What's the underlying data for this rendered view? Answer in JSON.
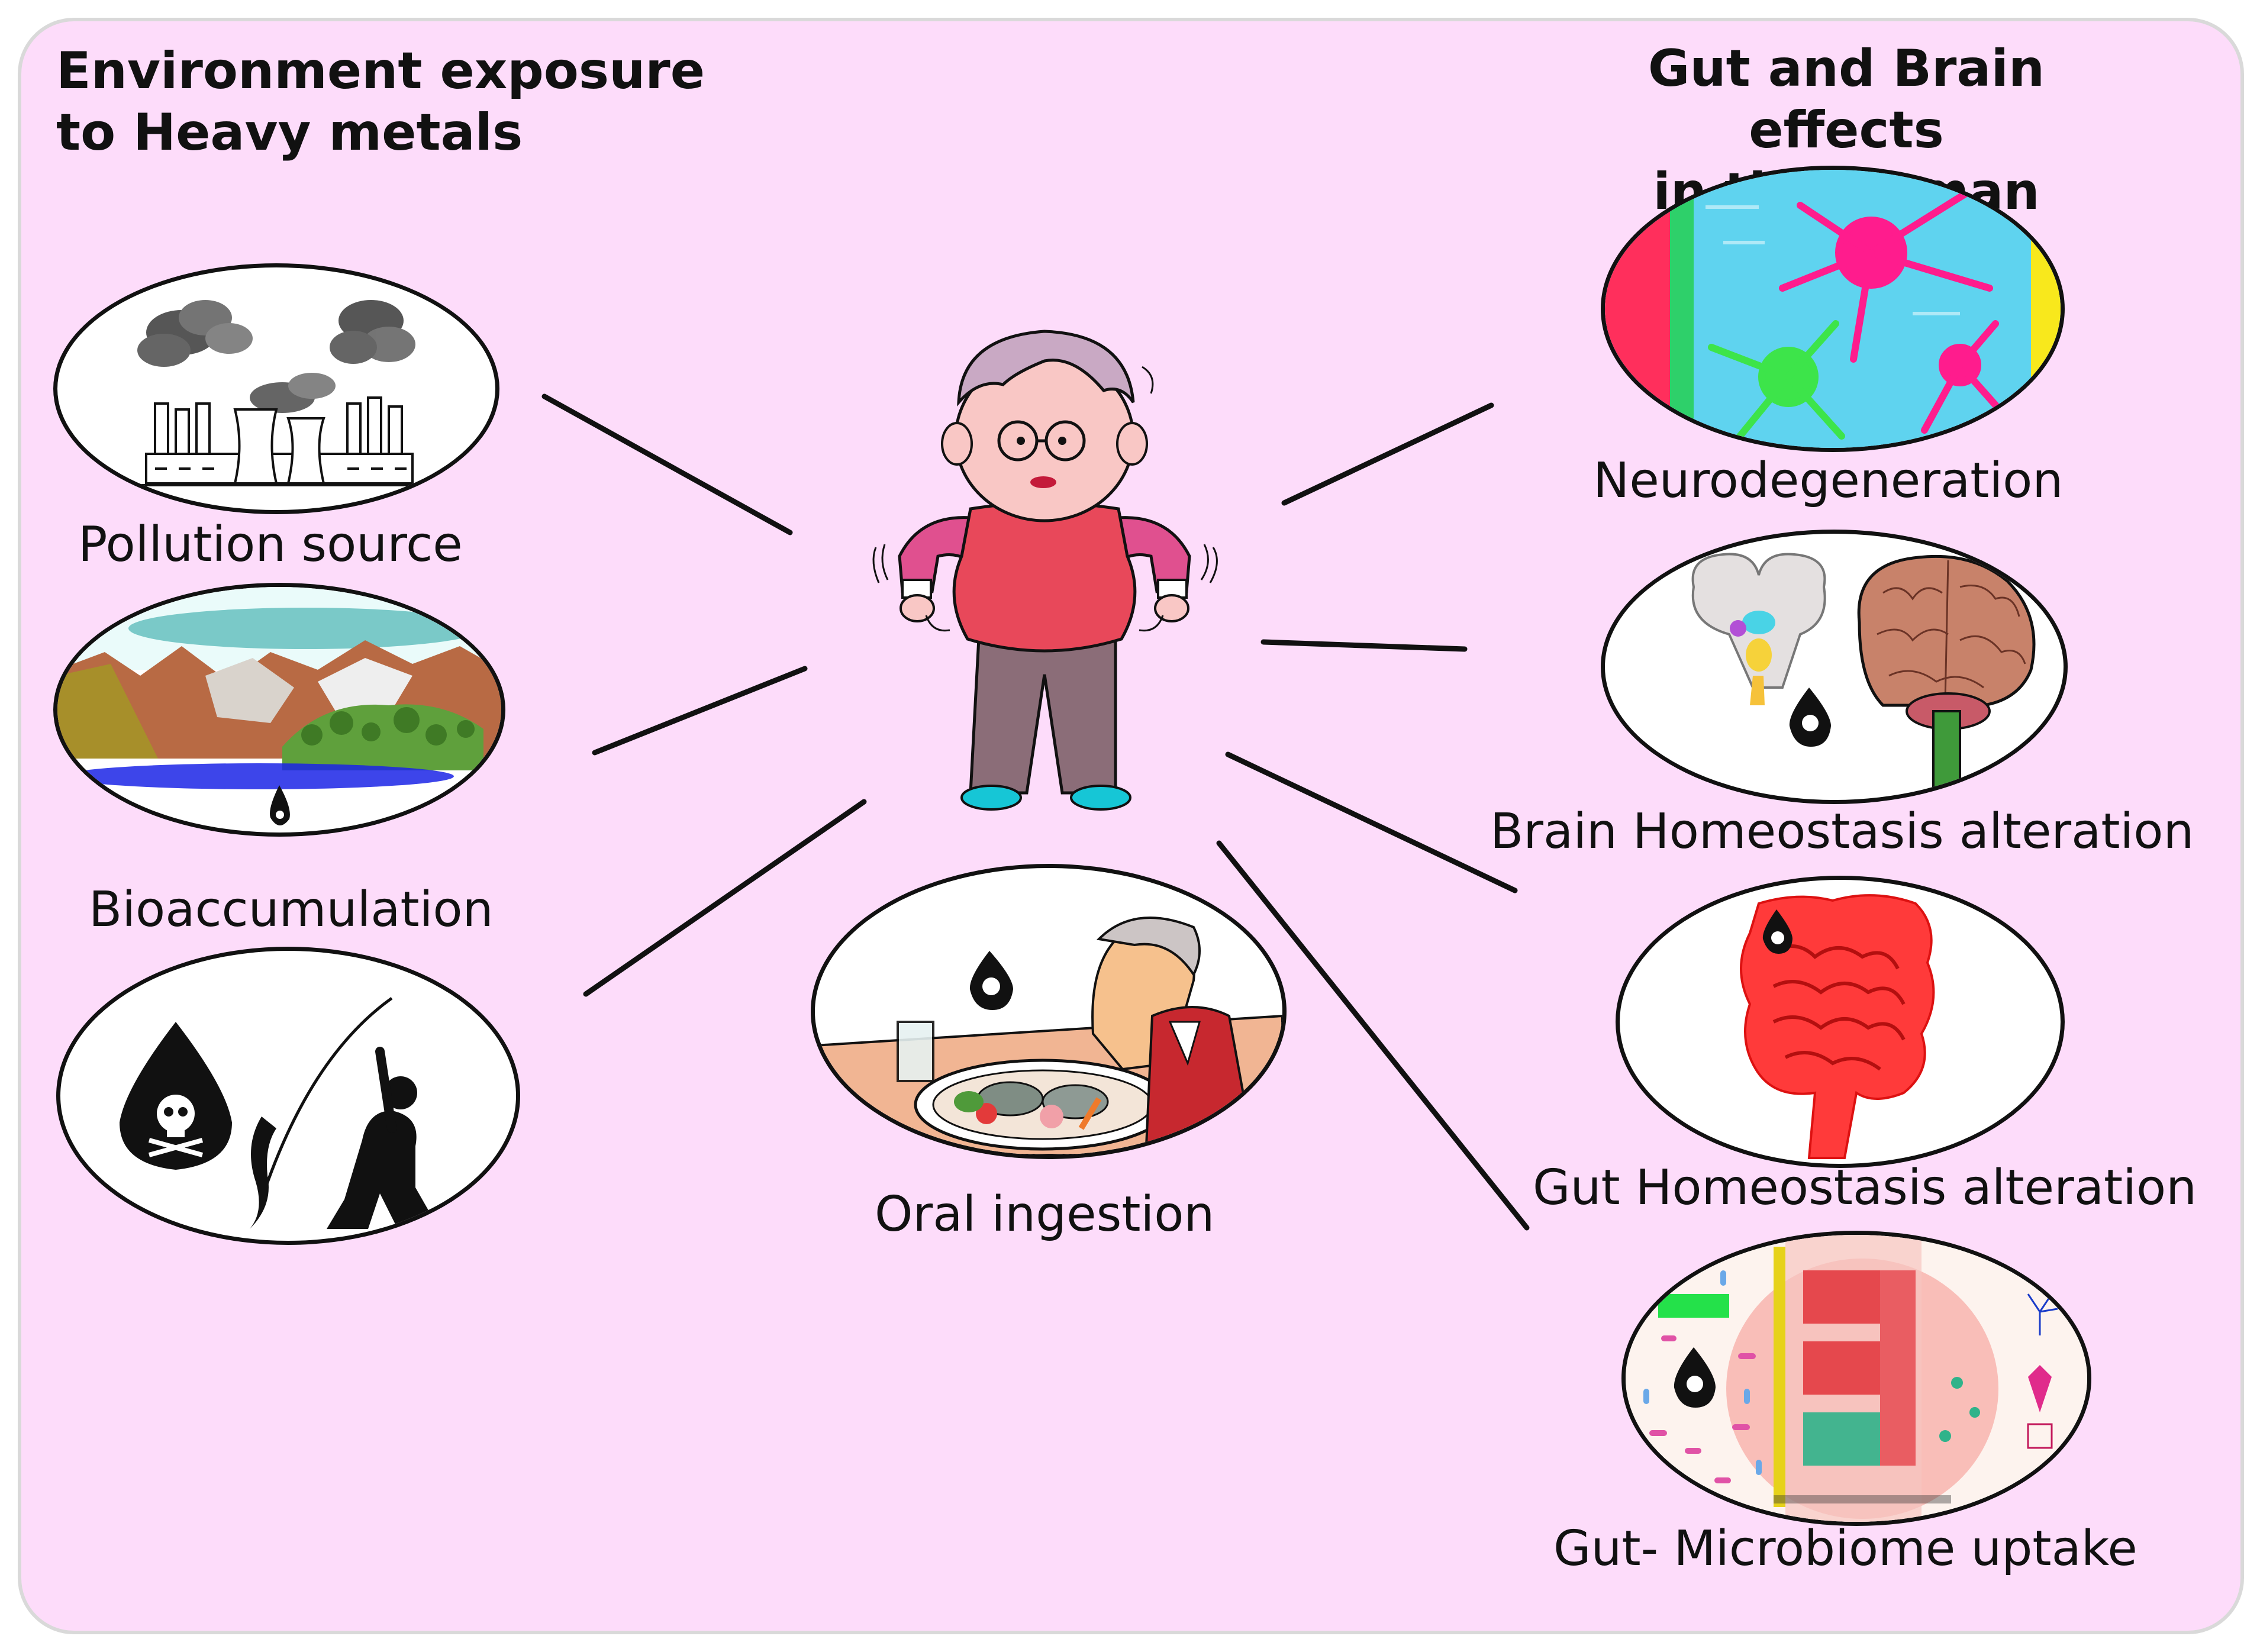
{
  "left_heading": "Environment exposure\n to Heavy metals",
  "right_heading": "Gut and Brain effects\nin the Human",
  "sources": [
    {
      "label": "Pollution source"
    },
    {
      "label": "Bioaccumulation"
    },
    {
      "label": "Oral ingestion"
    }
  ],
  "effects": [
    {
      "label": "Neurodegeneration"
    },
    {
      "label": "Brain Homeostasis alteration"
    },
    {
      "label": "Gut Homeostasis alteration"
    },
    {
      "label": "Gut- Microbiome uptake"
    }
  ],
  "colors": {
    "background": "#fddcfa",
    "toxin_drop": "#111111",
    "neuron_magenta": "#ff1c8d",
    "neuron_green": "#3de44a",
    "cyan": "#5fd3ef",
    "gut_red": "#ff3a3a",
    "shirt": "#e8485a",
    "sleeves": "#e0508f",
    "hair": "#c9a9c4"
  }
}
